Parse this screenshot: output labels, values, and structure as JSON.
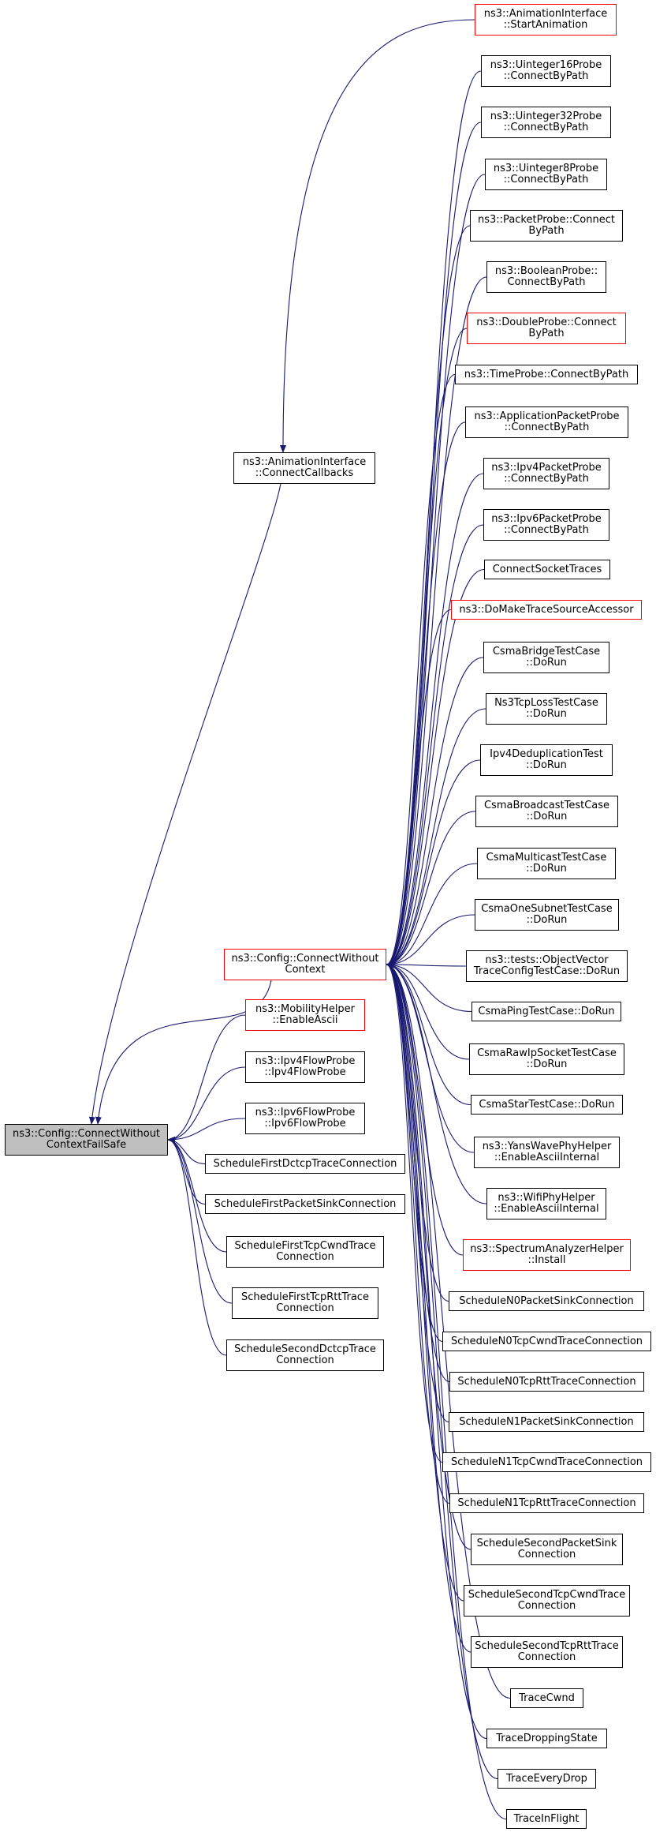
{
  "colors": {
    "edge": "#191970",
    "border": "#000000",
    "highlight_border": "#ff0000",
    "root_fill": "#bfbfbf"
  },
  "nodes": [
    {
      "id": "root",
      "label": "ns3::Config::ConnectWithout\nContextFailSafe",
      "style": "root"
    },
    {
      "id": "cwc",
      "label": "ns3::Config::ConnectWithout\nContext",
      "style": "red"
    },
    {
      "id": "anim_cb",
      "label": "ns3::AnimationInterface\n::ConnectCallbacks",
      "style": "normal"
    },
    {
      "id": "anim_start",
      "label": "ns3::AnimationInterface\n::StartAnimation",
      "style": "red"
    },
    {
      "id": "u16",
      "label": "ns3::Uinteger16Probe\n::ConnectByPath",
      "style": "normal"
    },
    {
      "id": "u32",
      "label": "ns3::Uinteger32Probe\n::ConnectByPath",
      "style": "normal"
    },
    {
      "id": "u8",
      "label": "ns3::Uinteger8Probe\n::ConnectByPath",
      "style": "normal"
    },
    {
      "id": "packetprobe",
      "label": "ns3::PacketProbe::Connect\nByPath",
      "style": "normal"
    },
    {
      "id": "boolprobe",
      "label": "ns3::BooleanProbe::\nConnectByPath",
      "style": "normal"
    },
    {
      "id": "doubleprobe",
      "label": "ns3::DoubleProbe::Connect\nByPath",
      "style": "red"
    },
    {
      "id": "timeprobe",
      "label": "ns3::TimeProbe::ConnectByPath",
      "style": "normal"
    },
    {
      "id": "appprobe",
      "label": "ns3::ApplicationPacketProbe\n::ConnectByPath",
      "style": "normal"
    },
    {
      "id": "ipv4probe",
      "label": "ns3::Ipv4PacketProbe\n::ConnectByPath",
      "style": "normal"
    },
    {
      "id": "ipv6probe",
      "label": "ns3::Ipv6PacketProbe\n::ConnectByPath",
      "style": "normal"
    },
    {
      "id": "socktraces",
      "label": "ConnectSocketTraces",
      "style": "normal"
    },
    {
      "id": "domake",
      "label": "ns3::DoMakeTraceSourceAccessor",
      "style": "red"
    },
    {
      "id": "csmabridge",
      "label": "CsmaBridgeTestCase\n::DoRun",
      "style": "normal"
    },
    {
      "id": "ns3tcploss",
      "label": "Ns3TcpLossTestCase\n::DoRun",
      "style": "normal"
    },
    {
      "id": "ipv4dedup",
      "label": "Ipv4DeduplicationTest\n::DoRun",
      "style": "normal"
    },
    {
      "id": "csmabcast",
      "label": "CsmaBroadcastTestCase\n::DoRun",
      "style": "normal"
    },
    {
      "id": "csmamcast",
      "label": "CsmaMulticastTestCase\n::DoRun",
      "style": "normal"
    },
    {
      "id": "csmaone",
      "label": "CsmaOneSubnetTestCase\n::DoRun",
      "style": "normal"
    },
    {
      "id": "objvec",
      "label": "ns3::tests::ObjectVector\nTraceConfigTestCase::DoRun",
      "style": "normal"
    },
    {
      "id": "csmaping",
      "label": "CsmaPingTestCase::DoRun",
      "style": "normal"
    },
    {
      "id": "csmarawip",
      "label": "CsmaRawIpSocketTestCase\n::DoRun",
      "style": "normal"
    },
    {
      "id": "csmastar",
      "label": "CsmaStarTestCase::DoRun",
      "style": "normal"
    },
    {
      "id": "yans",
      "label": "ns3::YansWavePhyHelper\n::EnableAsciiInternal",
      "style": "normal"
    },
    {
      "id": "wifiphy",
      "label": "ns3::WifiPhyHelper\n::EnableAsciiInternal",
      "style": "normal"
    },
    {
      "id": "spectrum",
      "label": "ns3::SpectrumAnalyzerHelper\n::Install",
      "style": "red"
    },
    {
      "id": "n0sink",
      "label": "ScheduleN0PacketSinkConnection",
      "style": "normal"
    },
    {
      "id": "n0cwnd",
      "label": "ScheduleN0TcpCwndTraceConnection",
      "style": "normal"
    },
    {
      "id": "n0rtt",
      "label": "ScheduleN0TcpRttTraceConnection",
      "style": "normal"
    },
    {
      "id": "n1sink",
      "label": "ScheduleN1PacketSinkConnection",
      "style": "normal"
    },
    {
      "id": "n1cwnd",
      "label": "ScheduleN1TcpCwndTraceConnection",
      "style": "normal"
    },
    {
      "id": "n1rtt",
      "label": "ScheduleN1TcpRttTraceConnection",
      "style": "normal"
    },
    {
      "id": "secsink",
      "label": "ScheduleSecondPacketSink\nConnection",
      "style": "normal"
    },
    {
      "id": "seccwnd",
      "label": "ScheduleSecondTcpCwndTrace\nConnection",
      "style": "normal"
    },
    {
      "id": "secrtt",
      "label": "ScheduleSecondTcpRttTrace\nConnection",
      "style": "normal"
    },
    {
      "id": "tracecwnd",
      "label": "TraceCwnd",
      "style": "normal"
    },
    {
      "id": "tracedrop",
      "label": "TraceDroppingState",
      "style": "normal"
    },
    {
      "id": "traceevery",
      "label": "TraceEveryDrop",
      "style": "normal"
    },
    {
      "id": "traceinflight",
      "label": "TraceInFlight",
      "style": "normal"
    },
    {
      "id": "mobility",
      "label": "ns3::MobilityHelper\n::EnableAscii",
      "style": "red"
    },
    {
      "id": "ipv4flow",
      "label": "ns3::Ipv4FlowProbe\n::Ipv4FlowProbe",
      "style": "normal"
    },
    {
      "id": "ipv6flow",
      "label": "ns3::Ipv6FlowProbe\n::Ipv6FlowProbe",
      "style": "normal"
    },
    {
      "id": "firstdctcp",
      "label": "ScheduleFirstDctcpTraceConnection",
      "style": "normal"
    },
    {
      "id": "firstsink",
      "label": "ScheduleFirstPacketSinkConnection",
      "style": "normal"
    },
    {
      "id": "firstcwnd",
      "label": "ScheduleFirstTcpCwndTrace\nConnection",
      "style": "normal"
    },
    {
      "id": "firstrtt",
      "label": "ScheduleFirstTcpRttTrace\nConnection",
      "style": "normal"
    },
    {
      "id": "secdctcp",
      "label": "ScheduleSecondDctcpTrace\nConnection",
      "style": "normal"
    }
  ],
  "edges": [
    {
      "from": "anim_start",
      "to": "anim_cb"
    },
    {
      "from": "anim_cb",
      "to": "root"
    },
    {
      "from": "u16",
      "to": "cwc"
    },
    {
      "from": "u32",
      "to": "cwc"
    },
    {
      "from": "u8",
      "to": "cwc"
    },
    {
      "from": "packetprobe",
      "to": "cwc"
    },
    {
      "from": "boolprobe",
      "to": "cwc"
    },
    {
      "from": "doubleprobe",
      "to": "cwc"
    },
    {
      "from": "timeprobe",
      "to": "cwc"
    },
    {
      "from": "appprobe",
      "to": "cwc"
    },
    {
      "from": "ipv4probe",
      "to": "cwc"
    },
    {
      "from": "ipv6probe",
      "to": "cwc"
    },
    {
      "from": "socktraces",
      "to": "cwc"
    },
    {
      "from": "domake",
      "to": "cwc"
    },
    {
      "from": "csmabridge",
      "to": "cwc"
    },
    {
      "from": "ns3tcploss",
      "to": "cwc"
    },
    {
      "from": "ipv4dedup",
      "to": "cwc"
    },
    {
      "from": "csmabcast",
      "to": "cwc"
    },
    {
      "from": "csmamcast",
      "to": "cwc"
    },
    {
      "from": "csmaone",
      "to": "cwc"
    },
    {
      "from": "objvec",
      "to": "cwc"
    },
    {
      "from": "csmaping",
      "to": "cwc"
    },
    {
      "from": "csmarawip",
      "to": "cwc"
    },
    {
      "from": "csmastar",
      "to": "cwc"
    },
    {
      "from": "yans",
      "to": "cwc"
    },
    {
      "from": "wifiphy",
      "to": "cwc"
    },
    {
      "from": "spectrum",
      "to": "cwc"
    },
    {
      "from": "n0sink",
      "to": "cwc"
    },
    {
      "from": "n0cwnd",
      "to": "cwc"
    },
    {
      "from": "n0rtt",
      "to": "cwc"
    },
    {
      "from": "n1sink",
      "to": "cwc"
    },
    {
      "from": "n1cwnd",
      "to": "cwc"
    },
    {
      "from": "n1rtt",
      "to": "cwc"
    },
    {
      "from": "secsink",
      "to": "cwc"
    },
    {
      "from": "seccwnd",
      "to": "cwc"
    },
    {
      "from": "secrtt",
      "to": "cwc"
    },
    {
      "from": "tracecwnd",
      "to": "cwc"
    },
    {
      "from": "tracedrop",
      "to": "cwc"
    },
    {
      "from": "traceevery",
      "to": "cwc"
    },
    {
      "from": "traceinflight",
      "to": "cwc"
    },
    {
      "from": "cwc",
      "to": "root"
    },
    {
      "from": "mobility",
      "to": "root"
    },
    {
      "from": "ipv4flow",
      "to": "root"
    },
    {
      "from": "ipv6flow",
      "to": "root"
    },
    {
      "from": "firstdctcp",
      "to": "root"
    },
    {
      "from": "firstsink",
      "to": "root"
    },
    {
      "from": "firstcwnd",
      "to": "root"
    },
    {
      "from": "firstrtt",
      "to": "root"
    },
    {
      "from": "secdctcp",
      "to": "root"
    }
  ]
}
